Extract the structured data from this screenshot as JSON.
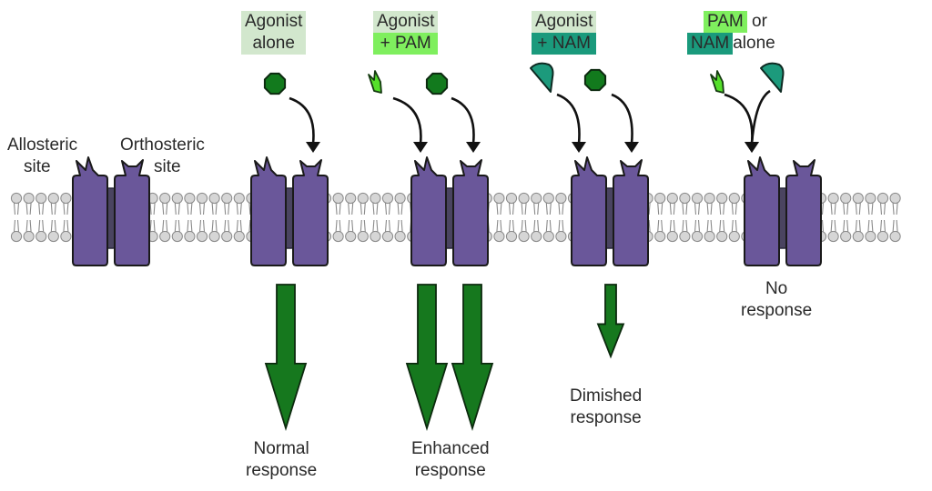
{
  "colors": {
    "receptor": "#6a579a",
    "receptor_stroke": "#1a1a1a",
    "channel": "#4a4460",
    "lipid_head": "#d6d6d6",
    "lipid_stroke": "#8a8a8a",
    "agonist": "#127a1d",
    "pam": "#55e02a",
    "nam": "#1c9a7c",
    "response_arrow": "#16781e",
    "label_agonist_bg": "#d2e7cd",
    "label_pam_bg": "#7fef5e",
    "label_nam_bg": "#1a9a7c"
  },
  "legend": {
    "allosteric_site": [
      "Allosteric",
      "site"
    ],
    "orthosteric_site": [
      "Orthosteric",
      "site"
    ]
  },
  "scenarios": [
    {
      "name": "agonist-alone",
      "title_line1": "Agonist",
      "title_line2": "alone",
      "ligands": [
        "agonist"
      ],
      "response": [
        "Normal",
        "response"
      ],
      "response_strength": 1
    },
    {
      "name": "agonist-plus-pam",
      "title_line1": "Agonist",
      "title_line2": "+ PAM",
      "ligands": [
        "pam",
        "agonist"
      ],
      "response": [
        "Enhanced",
        "response"
      ],
      "response_strength": 2
    },
    {
      "name": "agonist-plus-nam",
      "title_line1": "Agonist",
      "title_line2": "+ NAM",
      "ligands": [
        "nam",
        "agonist"
      ],
      "response": [
        "Dimished",
        "response"
      ],
      "response_strength": 0.5
    },
    {
      "name": "modulator-alone",
      "title_line1a": "PAM",
      "title_line1b": "or",
      "title_line2a": "NAM",
      "title_line2b": "alone",
      "ligands": [
        "pam",
        "nam"
      ],
      "response": [
        "No",
        "response"
      ],
      "response_strength": 0
    }
  ]
}
